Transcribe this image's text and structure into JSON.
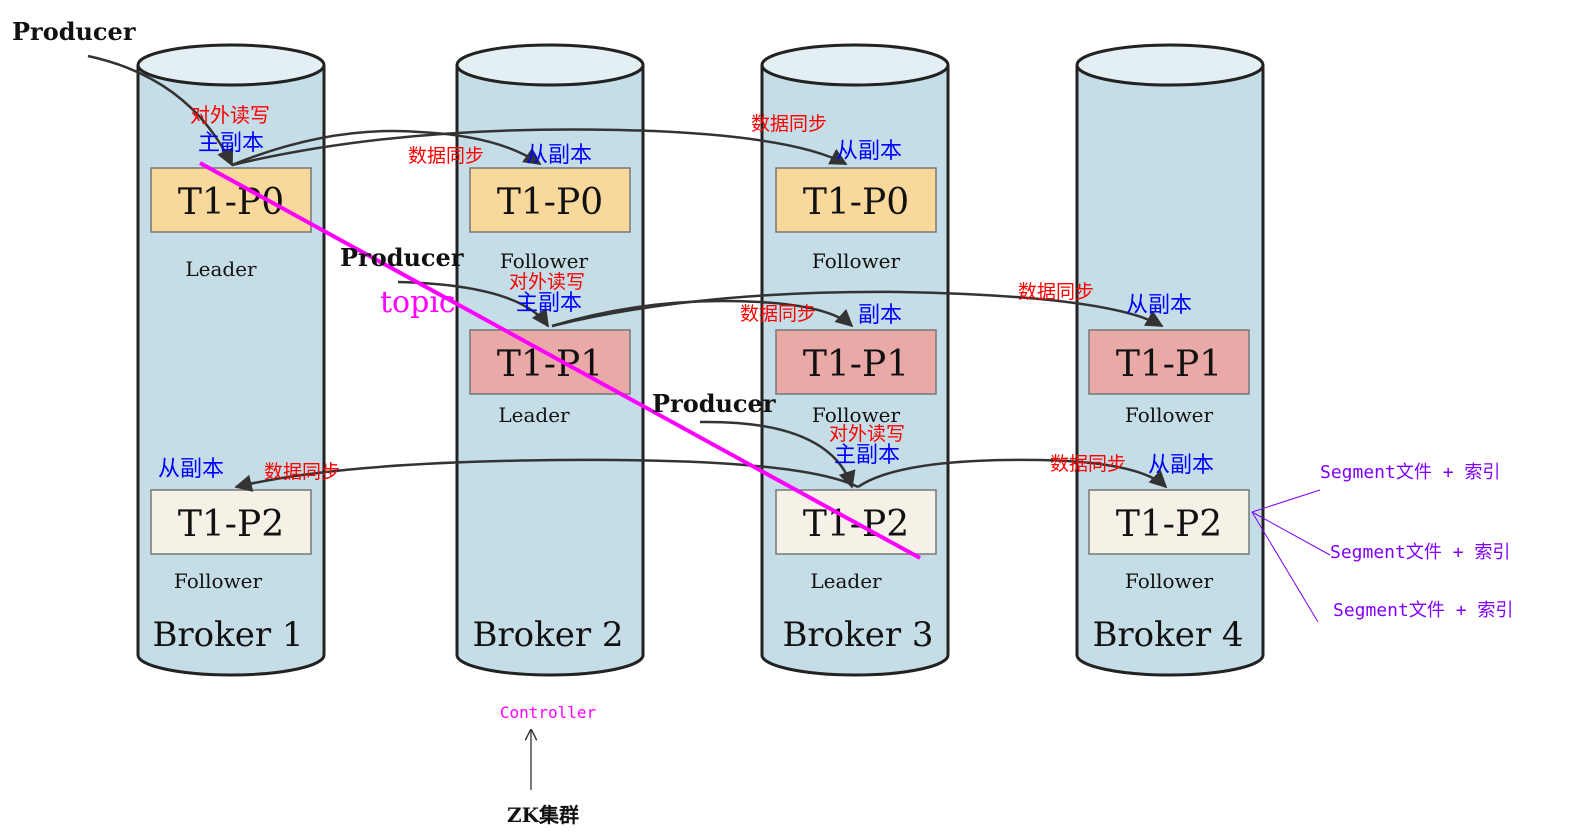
{
  "brokers": [
    {
      "name": "Broker 1"
    },
    {
      "name": "Broker 2"
    },
    {
      "name": "Broker 3"
    },
    {
      "name": "Broker 4"
    }
  ],
  "partitions": {
    "b1_p0": {
      "label": "T1-P0",
      "role": "Leader"
    },
    "b1_p2": {
      "label": "T1-P2",
      "role": "Follower"
    },
    "b2_p0": {
      "label": "T1-P0",
      "role": "Follower"
    },
    "b2_p1": {
      "label": "T1-P1",
      "role": "Leader"
    },
    "b3_p0": {
      "label": "T1-P0",
      "role": "Follower"
    },
    "b3_p1": {
      "label": "T1-P1",
      "role": "Follower"
    },
    "b3_p2": {
      "label": "T1-P2",
      "role": "Leader"
    },
    "b4_p1": {
      "label": "T1-P1",
      "role": "Follower"
    },
    "b4_p2": {
      "label": "T1-P2",
      "role": "Follower"
    }
  },
  "producers": [
    "Producer",
    "Producer",
    "Producer"
  ],
  "annotations": {
    "external_rw": "对外读写",
    "primary_replica": "主副本",
    "secondary_replica": "从副本",
    "replica": "副本",
    "data_sync": "数据同步",
    "topic": "topic",
    "controller": "Controller",
    "zk_cluster": "ZK集群",
    "segment": "Segment文件 + 索引",
    "segment_spaced": "Segment文件  + 索引"
  },
  "colors": {
    "cylinder_fill": "#c5dde6",
    "cylinder_top": "#e3eff3",
    "p0_fill": "#f9d99b",
    "p1_fill": "#e9a9a7",
    "p2_fill": "#f5f1e6",
    "red_text": "#ff0000",
    "blue_text": "#0000ff",
    "magenta": "#ff00ff",
    "purple": "#8000ff"
  }
}
